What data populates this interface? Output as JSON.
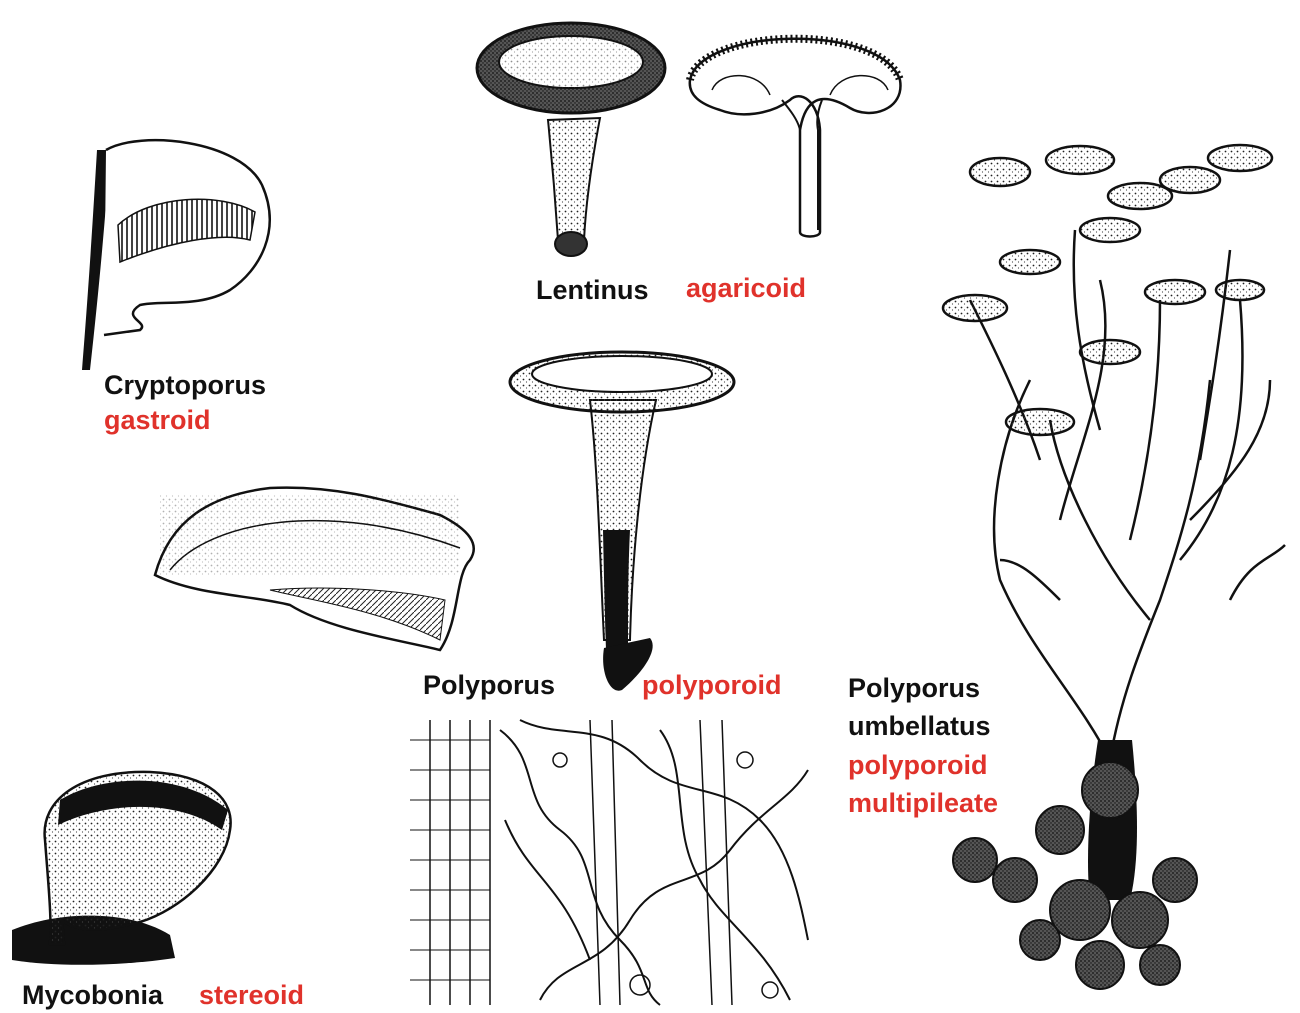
{
  "colors": {
    "genus_text": "#111111",
    "form_text": "#e0322b",
    "ink": "#111111",
    "background": "#ffffff"
  },
  "specimens": {
    "lentinus": {
      "genus": "Lentinus",
      "form": "agaricoid"
    },
    "cryptoporus": {
      "genus": "Cryptoporus",
      "form": "gastroid"
    },
    "polyporus": {
      "genus": "Polyporus",
      "form": "polyporoid"
    },
    "umbellatus": {
      "genus": "Polyporus",
      "species": "umbellatus",
      "form": "polyporoid",
      "form2": "multipileate"
    },
    "mycobonia": {
      "genus": "Mycobonia",
      "form": "stereoid"
    }
  },
  "illustrations": [
    "lentinus-fruitbody-drawing",
    "lentinus-section-drawing",
    "cryptoporus-section-drawing",
    "pileus-section-drawing",
    "polyporus-fruitbody-drawing",
    "hyphal-system-drawing",
    "polyporus-umbellatus-drawing",
    "mycobonia-drawing"
  ]
}
